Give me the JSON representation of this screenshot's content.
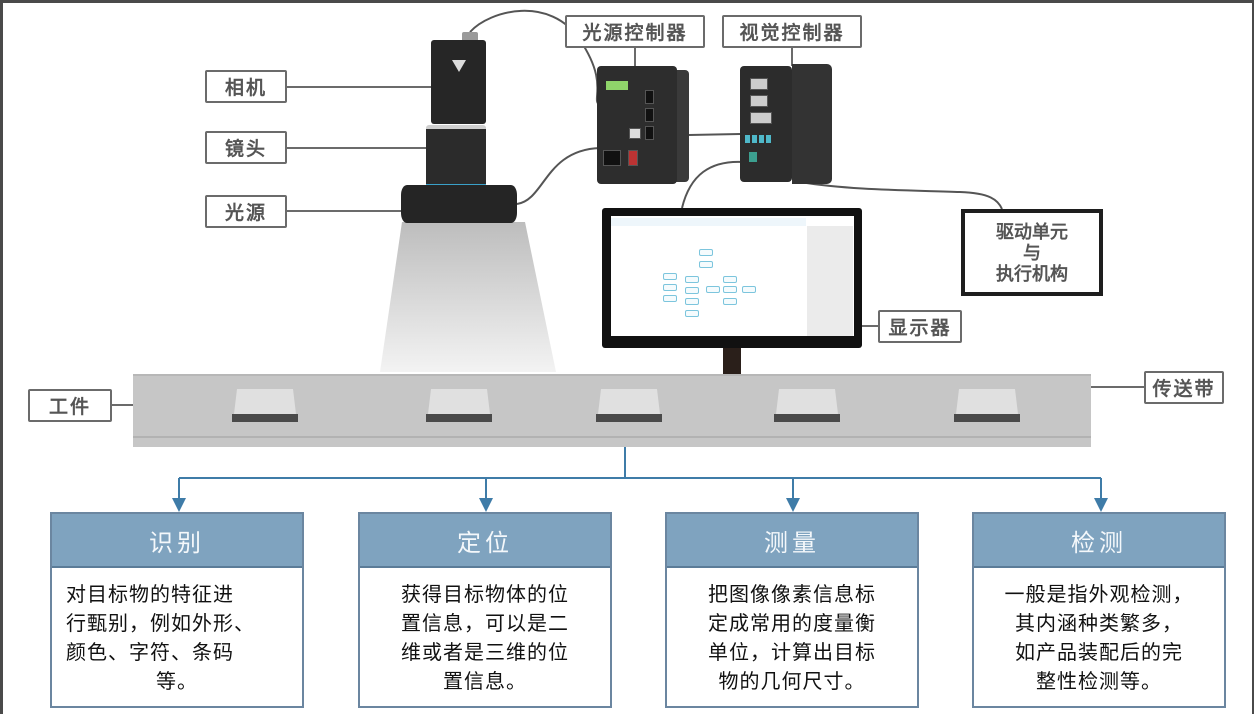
{
  "diagram": {
    "title": "Machine vision system composition",
    "component_labels": {
      "camera": "相机",
      "lens": "镜头",
      "light_source": "光源",
      "light_controller": "光源控制器",
      "vision_controller": "视觉控制器",
      "display": "显示器",
      "drive_unit": [
        "驱动单元",
        "与",
        "执行机构"
      ],
      "workpiece": "工件",
      "conveyor": "传送带"
    },
    "functions": [
      {
        "title": "识别",
        "lines": [
          "对目标物的特征进",
          "行甄别，例如外形、",
          "颜色、字符、条码",
          "等。"
        ]
      },
      {
        "title": "定位",
        "lines": [
          "获得目标物体的位",
          "置信息，可以是二",
          "维或者是三维的位",
          "置信息。"
        ]
      },
      {
        "title": "测量",
        "lines": [
          "把图像像素信息标",
          "定成常用的度量衡",
          "单位，计算出目标",
          "物的几何尺寸。"
        ]
      },
      {
        "title": "检测",
        "lines": [
          "一般是指外观检测，",
          "其内涵种类繁多，",
          "如产品装配后的完",
          "整性检测等。"
        ]
      }
    ],
    "colors": {
      "card_header": "#7fa3bf",
      "card_border": "#6b86a0",
      "arrow": "#3f7ca8",
      "conveyor": "#c6c6c6",
      "device": "#2b2b2b"
    }
  }
}
